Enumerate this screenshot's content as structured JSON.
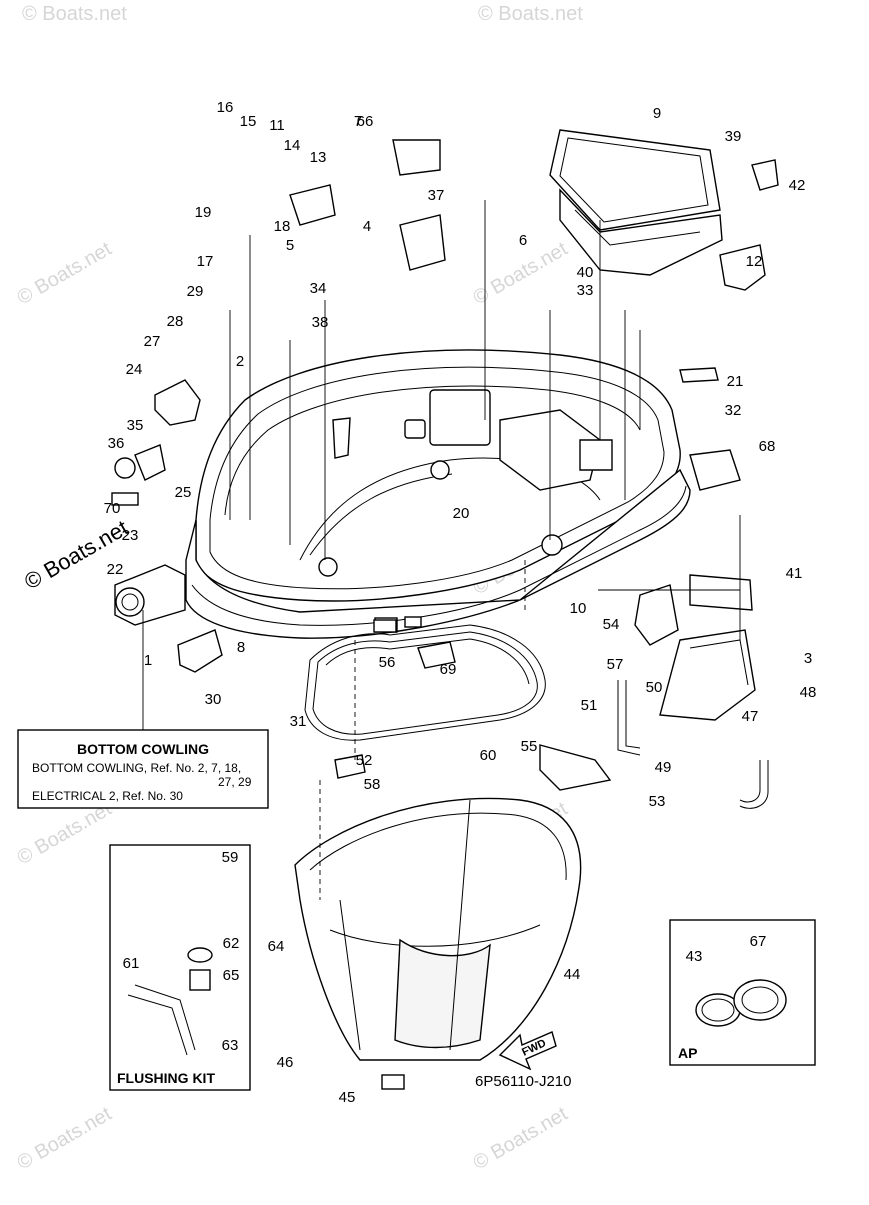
{
  "watermark": "© Boats.net",
  "diagram_code": "6P56110-J210",
  "fwd_label": "FWD",
  "bottom_cowling_box": {
    "title": "BOTTOM COWLING",
    "line1": "BOTTOM COWLING,  Ref. No. 2, 7, 18,",
    "line2": "27,  29",
    "line3": "ELECTRICAL 2,  Ref. No. 30"
  },
  "flushing_kit_caption": "FLUSHING KIT",
  "ap_caption": "AP",
  "callouts": [
    "16",
    "15",
    "11",
    "14",
    "13",
    "7",
    "19",
    "18",
    "5",
    "17",
    "29",
    "28",
    "27",
    "2",
    "24",
    "36",
    "35",
    "70",
    "25",
    "23",
    "22",
    "1",
    "8",
    "30",
    "31",
    "4",
    "34",
    "38",
    "37",
    "9",
    "39",
    "42",
    "12",
    "6",
    "40",
    "33",
    "32",
    "20",
    "21",
    "68",
    "41",
    "54",
    "10",
    "56",
    "69",
    "60",
    "57",
    "3",
    "48",
    "47",
    "50",
    "51",
    "55",
    "49",
    "53",
    "52",
    "58",
    "59",
    "62",
    "61",
    "65",
    "63",
    "64",
    "46",
    "45",
    "44",
    "43",
    "67",
    "66"
  ]
}
